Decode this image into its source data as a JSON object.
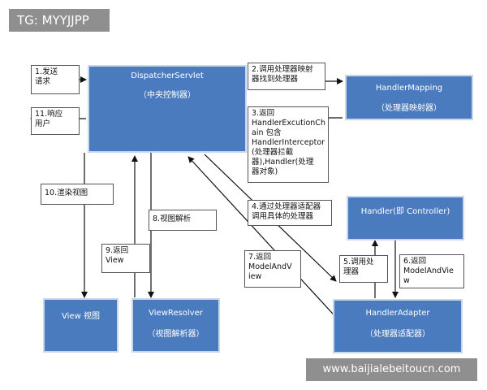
{
  "watermark_top": "TG: MYYJJPP",
  "watermark_bottom": "www.baijialebeitoucn.com",
  "components": {
    "dispatcher": {
      "name": "DispatcherServlet",
      "desc": "（中央控制器）"
    },
    "handler_mapping": {
      "name": "HandlerMapping",
      "desc": "（处理器映射器）"
    },
    "handler": {
      "name": "Handler(即 Controller)"
    },
    "handler_adapter": {
      "name": "HandlerAdapter",
      "desc": "（处理器适配器）"
    },
    "view_resolver": {
      "name": "ViewResolver",
      "desc": "（视图解析器）"
    },
    "view": {
      "name": "View 视图"
    }
  },
  "steps": {
    "s1": "1.发送\n请求",
    "s2": "2.调用处理器映射\n器找到处理器",
    "s3": "3.返回\nHandlerExcutionCh\nain 包含\nHandlerInterceptor\n(处理器拦截\n器),Handler(处理\n器对象)",
    "s4": "4.通过处理器适配器\n调用具体的处理器",
    "s5": "5.调用处\n理器",
    "s6": "6.返回\nModelAndVie\nw",
    "s7": "7.返回\nModelAndV\niew",
    "s8": "8.视图解析",
    "s9": "9.返回\nView",
    "s10": "10.渲染视图",
    "s11": "11.响应\n用户"
  }
}
